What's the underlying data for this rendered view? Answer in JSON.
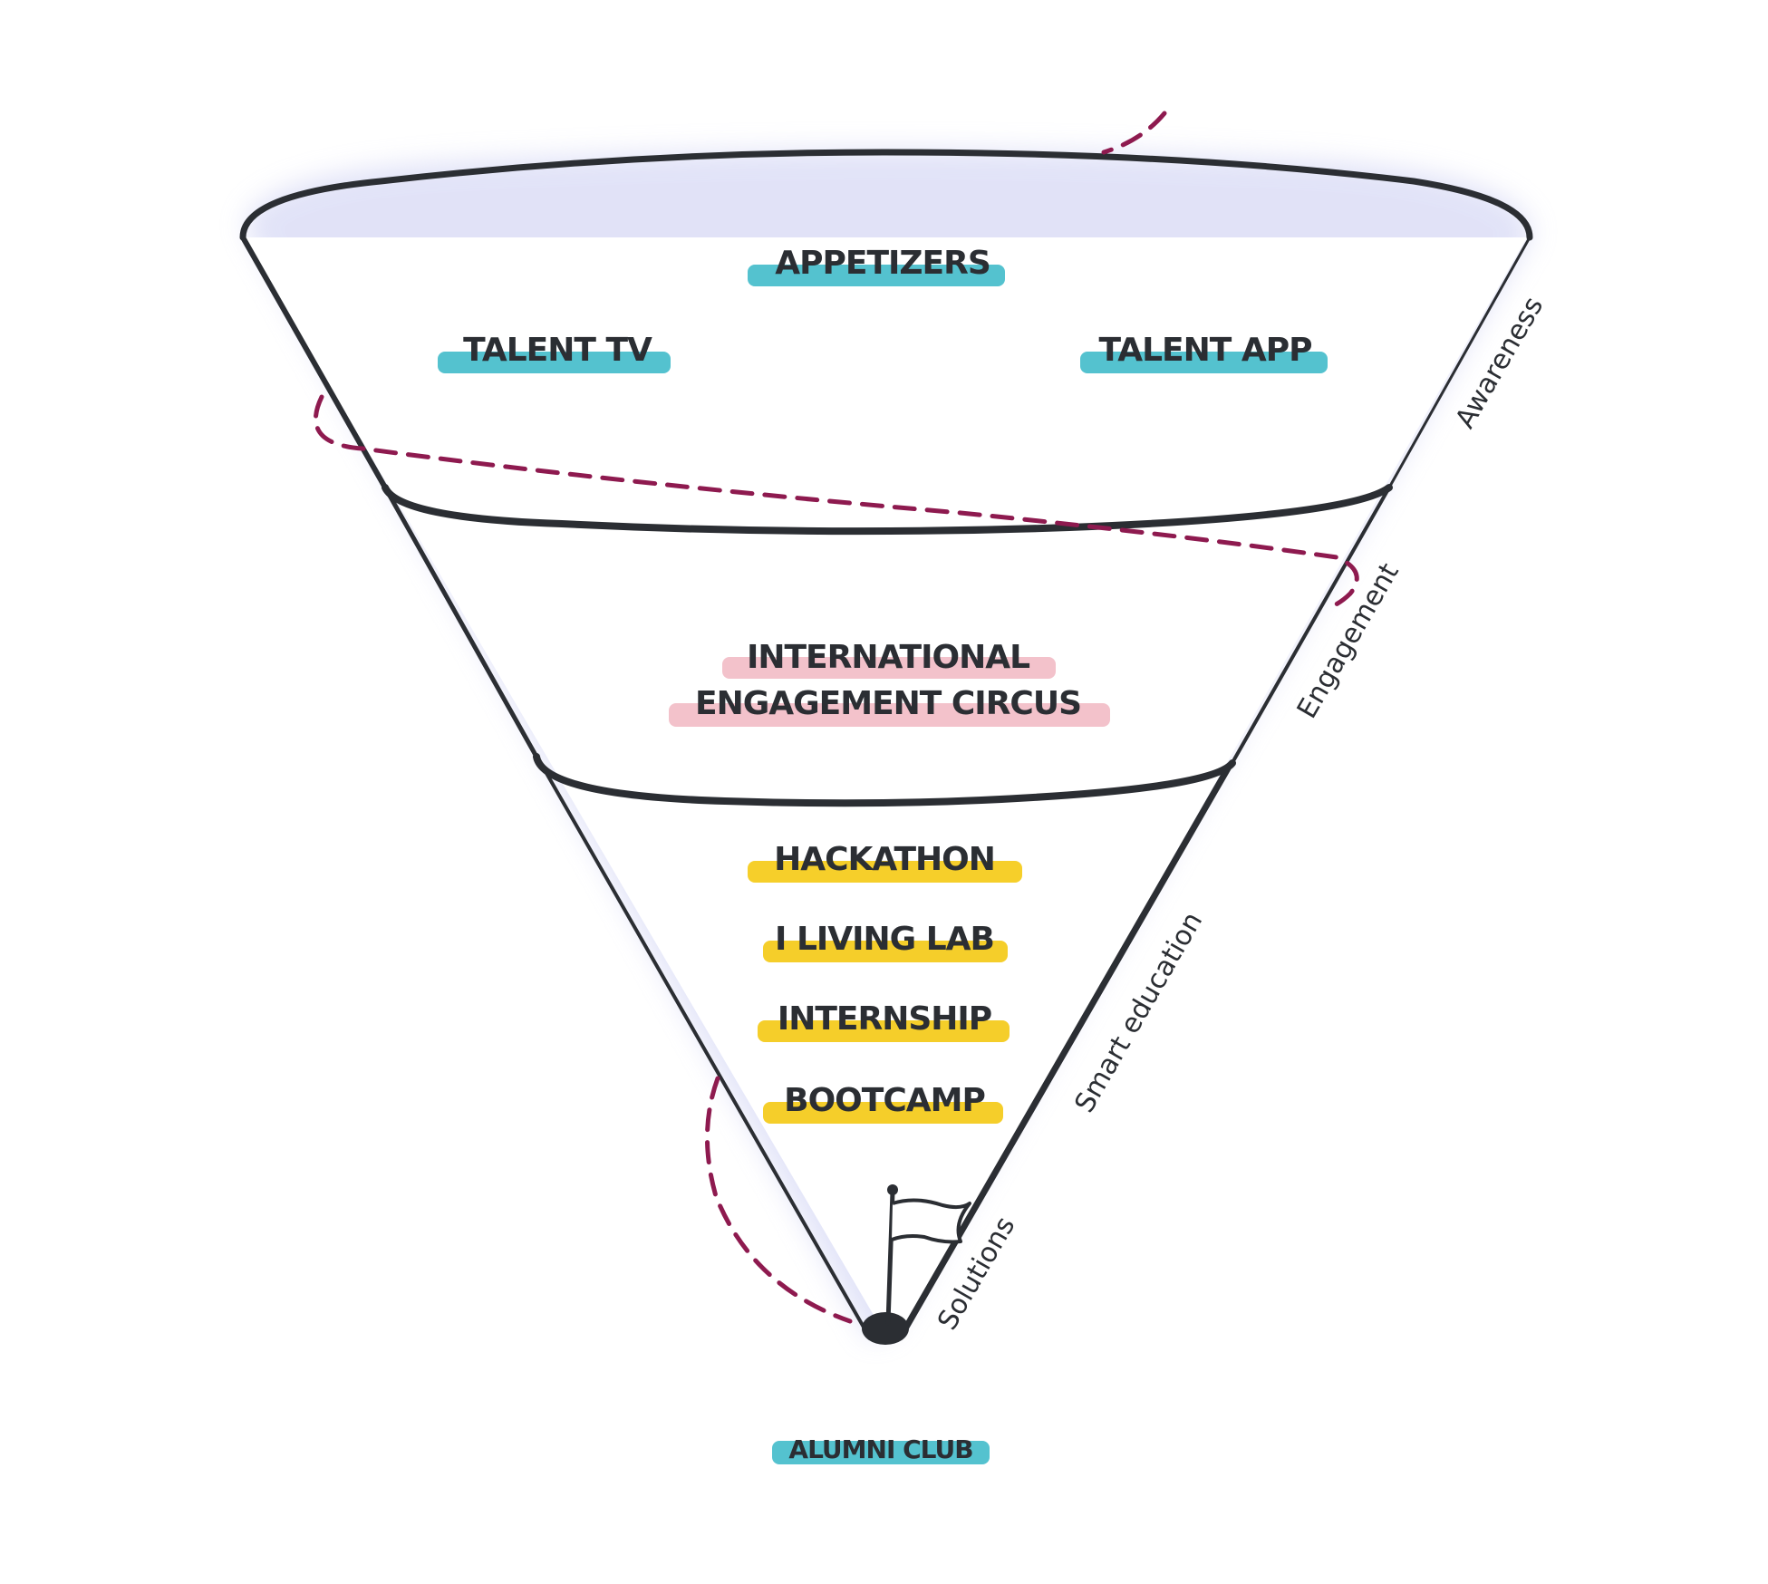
{
  "colors": {
    "outline": "#2b2e33",
    "dashed_path": "#8e1a4f",
    "highlight_teal": "#4bbfcc",
    "highlight_pink": "#f2bfc8",
    "highlight_yellow": "#f5cc1f",
    "glow": "#c9ccf2"
  },
  "icons": {
    "flag": "flag-icon"
  },
  "stages": {
    "awareness": "Awareness",
    "engagement": "Engagement",
    "smart_education": "Smart education",
    "solutions": "Solutions"
  },
  "items": {
    "appetizers": "APPETIZERS",
    "talent_tv": "TALENT TV",
    "talent_app": "TALENT APP",
    "iec_line1": "INTERNATIONAL",
    "iec_line2": "ENGAGEMENT CIRCUS",
    "hackathon": "HACKATHON",
    "living_lab": "I LIVING LAB",
    "internship": "INTERNSHIP",
    "bootcamp": "BOOTCAMP",
    "alumni_club": "ALUMNI CLUB"
  }
}
